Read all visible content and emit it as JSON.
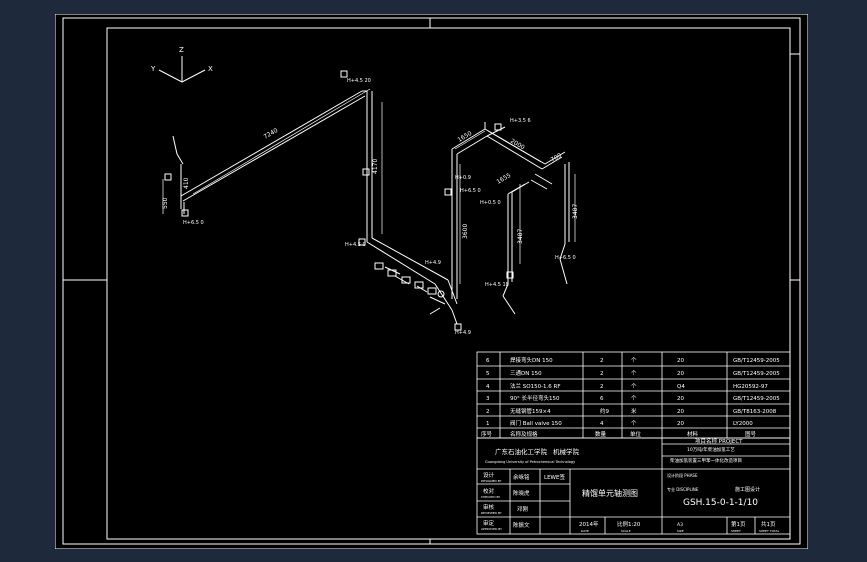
{
  "axes": {
    "z": "Z",
    "y": "Y",
    "x": "X"
  },
  "dims": {
    "d7240": "7240",
    "d4170": "4170",
    "d3600": "3600",
    "d1650": "1650",
    "d2000": "2000",
    "d1655": "1655",
    "d700": "700",
    "d3487a": "3487",
    "d3487b": "3487",
    "d550": "550",
    "d410": "410"
  },
  "levels": {
    "l1": "H+4.5 20",
    "l2": "H+6.5 0",
    "l3": "H+4.5 0",
    "l4": "H+4.9",
    "l5": "H+0.5 0",
    "l6": "H+4.5 18",
    "l7": "H+0.9",
    "l8": "H+4.9",
    "l9": "H+6.5 0",
    "l10": "H+3.5 6",
    "l11": "H+6.5 0"
  },
  "bom": {
    "rows": [
      {
        "no": "6",
        "name": "焊接弯头DN 150",
        "qty": "2",
        "unit": "个",
        "mat": "20",
        "std": "GB/T12459-2005"
      },
      {
        "no": "5",
        "name": "三通DN 150",
        "qty": "2",
        "unit": "个",
        "mat": "20",
        "std": "GB/T12459-2005"
      },
      {
        "no": "4",
        "name": "法兰 SO150-1.6 RF",
        "qty": "2",
        "unit": "个",
        "mat": "Q4",
        "std": "HG20592-97"
      },
      {
        "no": "3",
        "name": "90° 长半径弯头150",
        "qty": "6",
        "unit": "个",
        "mat": "20",
        "std": "GB/T12459-2005"
      },
      {
        "no": "2",
        "name": "无缝钢管159×4",
        "qty": "约9",
        "unit": "米",
        "mat": "20",
        "std": "GB/T8163-2008"
      },
      {
        "no": "1",
        "name": "阀门 Ball valve 150",
        "qty": "4",
        "unit": "个",
        "mat": "20",
        "std": "LY2000"
      }
    ],
    "header": {
      "no": "序号",
      "name": "名称及规格",
      "qty": "数量",
      "unit": "单位",
      "mat": "材料",
      "std": "图号"
    }
  },
  "title_block": {
    "company": "广东石油化工学院",
    "company_en": "Guangdong University of Petrochemical Technology",
    "dept": "机械学院",
    "project_label": "项目名称 PROJECT",
    "project_line1": "10万吨/年柴油加氢工艺",
    "project_line2": "柴油加氢装置三甲苯一体化改造项目",
    "row_a_left": "设计阶段 PHASE",
    "row_b_left": "专业 DISCIPLINE",
    "row_b_right": "施工图设计",
    "drawing_name": "精馏单元轴测图",
    "drawing_no": "GSH.15-0-1-1/10",
    "people": [
      {
        "role": "设计",
        "role_en": "DESIGNED BY",
        "name": "余咏铭",
        "sig": "LEWE签"
      },
      {
        "role": "校对",
        "role_en": "CHECKED BY",
        "name": "陈晓虎",
        "sig": ""
      },
      {
        "role": "审核",
        "role_en": "REVIEWED BY",
        "name": "邓刚",
        "sig": ""
      },
      {
        "role": "审定",
        "role_en": "APPROVED BY",
        "name": "陈振文",
        "sig": ""
      }
    ],
    "date": "2014年",
    "date_en": "DATE",
    "scale": "比例1:20",
    "scale_en": "SCALE",
    "size": "A3",
    "size_en": "SIZE",
    "sheet": "第1页",
    "sheet_en": "SHEET",
    "total": "共1页",
    "total_en": "SHEET TOTAL"
  }
}
